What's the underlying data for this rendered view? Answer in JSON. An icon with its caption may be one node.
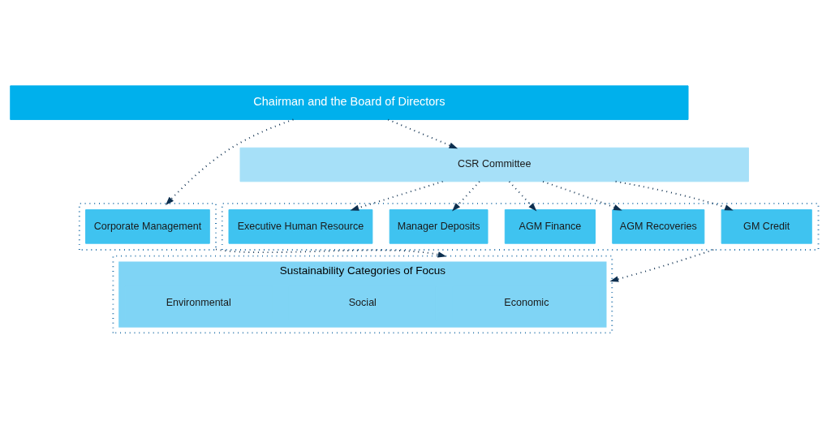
{
  "diagram": {
    "nodes": [
      {
        "text": [
          "Chairman and the Board of Directors"
        ]
      },
      {
        "text": [],
        "shape": "box"
      },
      {
        "text": [
          "Corporate Management"
        ],
        "in": 1
      },
      {
        "text": [
          "CSR Committee"
        ]
      },
      {
        "text": [],
        "shape": "box"
      },
      {
        "text": [
          "GM Credit"
        ],
        "in": 4
      },
      {
        "text": [
          "AGM Recoveries"
        ],
        "in": 4
      },
      {
        "text": [
          "AGM Finance"
        ],
        "in": 4
      },
      {
        "text": [
          "Manager Deposits"
        ],
        "in": 4
      },
      {
        "text": [
          "Executive Human Resource"
        ],
        "in": 4
      },
      {
        "text": [],
        "shape": "box"
      },
      {
        "text": [
          "Sustainability Categories of Focus"
        ],
        "in": 10
      },
      {
        "text": [
          "Economic"
        ],
        "in": 11
      },
      {
        "text": [
          "Social"
        ],
        "in": 11
      },
      {
        "text": [
          "Environmental"
        ],
        "in": 11
      }
    ],
    "edges": [
      {
        "from": 0,
        "to": 1,
        "arrow": "to"
      },
      {
        "from": 0,
        "to": 3,
        "arrow": "to"
      },
      {
        "from": 3,
        "to": 5,
        "arrow": "to"
      },
      {
        "from": 3,
        "to": 6,
        "arrow": "to"
      },
      {
        "from": 3,
        "to": 7,
        "arrow": "to"
      },
      {
        "from": 3,
        "to": 8,
        "arrow": "to"
      },
      {
        "from": 3,
        "to": 9,
        "arrow": "to"
      },
      {
        "from": 1,
        "to": 10,
        "arrow": "to"
      },
      {
        "from": 4,
        "to": 10,
        "arrow": "to"
      }
    ]
  }
}
